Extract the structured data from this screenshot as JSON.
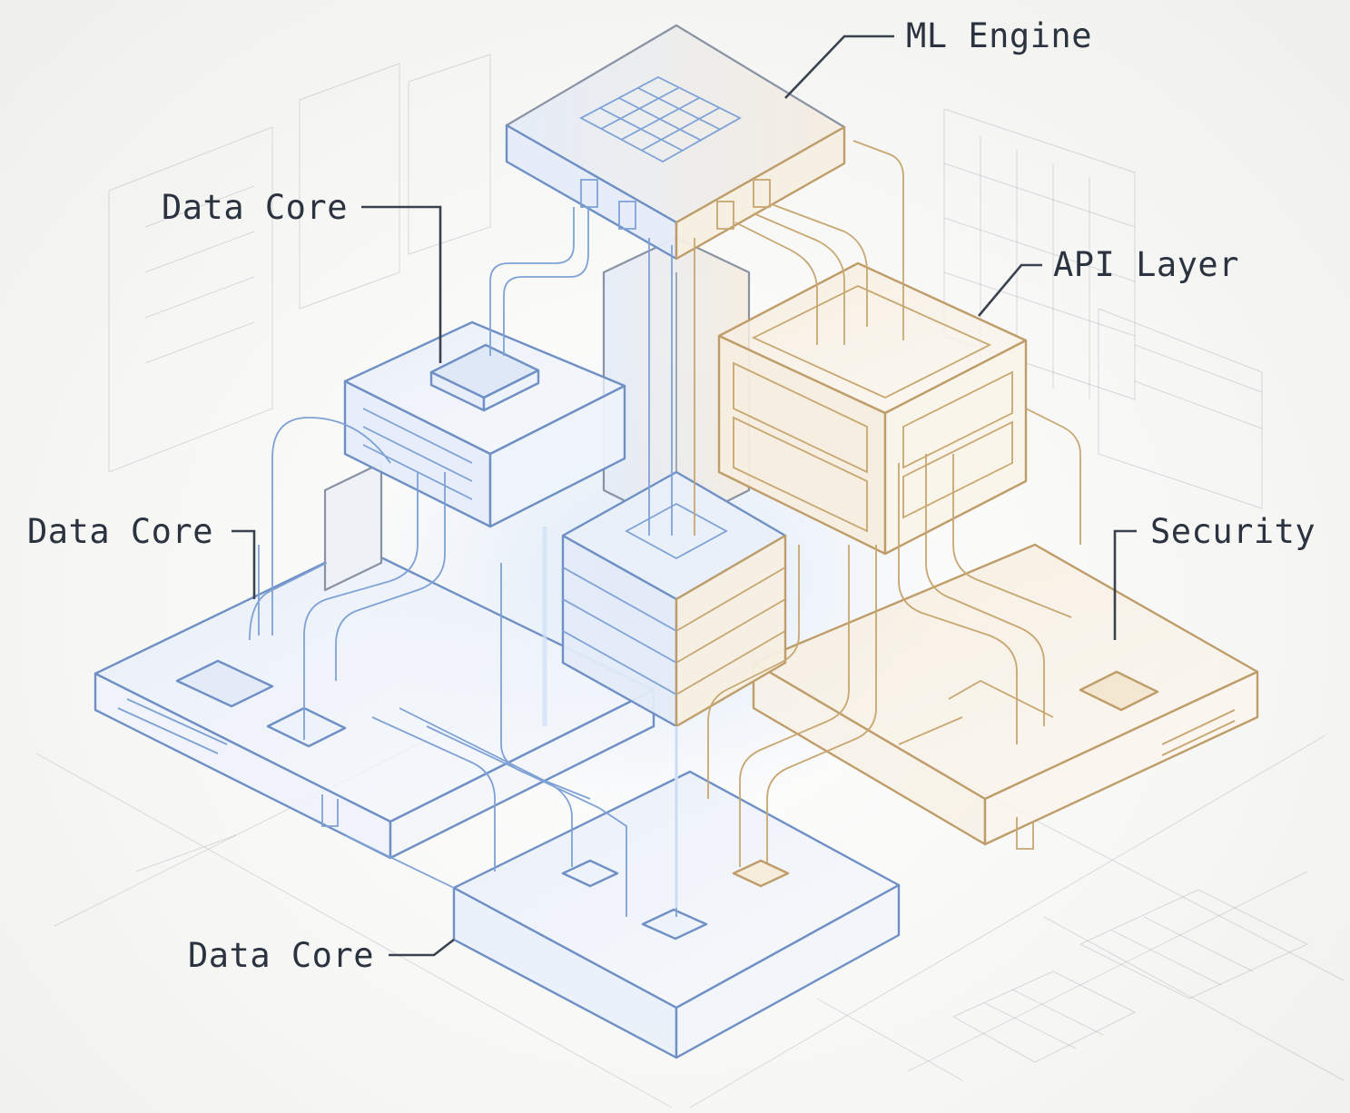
{
  "diagram": {
    "labels": {
      "ml_engine": "ML Engine",
      "data_core_top": "Data Core",
      "api_layer": "API Layer",
      "data_core_left": "Data Core",
      "security": "Security",
      "data_core_bottom": "Data Core"
    },
    "colors": {
      "blue_accent": "#6f90c4",
      "gold_accent": "#bf9d6a",
      "neutral": "#8a93a3",
      "label_text": "#2b3340",
      "background": "#f6f6f4"
    }
  }
}
